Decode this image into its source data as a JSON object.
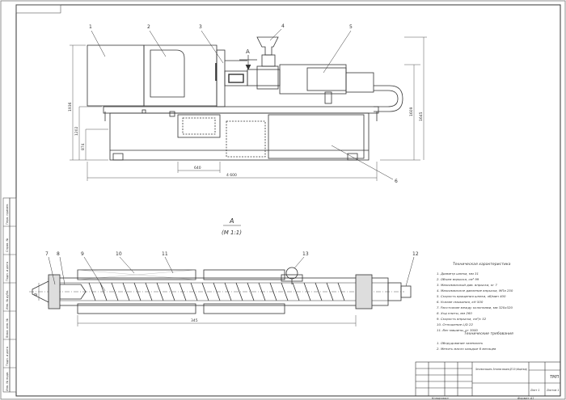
{
  "callouts_top": [
    "1",
    "2",
    "3",
    "4",
    "5",
    "6"
  ],
  "view_marker": "A",
  "dims_top": {
    "vert_a": "1936",
    "vert_b": "1202",
    "vert_c": "874",
    "vert_right1": "1609",
    "vert_right2": "1645",
    "horiz_small": "640",
    "horiz_total": "4 600"
  },
  "section_label": {
    "letter": "A",
    "scale": "(M 1:1)"
  },
  "callouts_bottom": [
    "7",
    "8",
    "9",
    "10",
    "11",
    "13",
    "12"
  ],
  "dims_bottom": {
    "diameter": "Ø",
    "length": "345"
  },
  "spec_title": "Техническая характеристика",
  "specs": [
    "1. Диаметр шнека, мм 31",
    "2. Объем впрыска, см³  99",
    "3. Максимальный дав. впрыска, кг 7",
    "4. Максимальное давление впрыска, МПа 250",
    "5. Скорость вращения шнека, об/мин 400",
    "6. Усилие смыкания, кН 500",
    "7. Расстояние между колоннами, мм 320х320",
    "8. Ход плиты, мм 260",
    "9. Скорость впрыска, см³/с 52",
    "10. Отношение L/D 22",
    "11. Вес машины, кг 3000"
  ],
  "req_title": "Технические требования",
  "requirements": [
    "1. Оборудование заземлить",
    "2. Менять масло каждые 6 месяцев"
  ],
  "title_block": {
    "name": "Литьевая машина. Литьевая машина ДП-50 (общий вид)",
    "code": "ТМП",
    "sheet": "Лист 1",
    "sheets": "Листов 1",
    "copied": "Копировал",
    "format": "Формат А1"
  },
  "side_stamp": [
    "Перв. примен.",
    "Справ. №",
    "Подп. и дата",
    "Инв. № дубл.",
    "Взам. инв. №",
    "Подп. и дата",
    "Инв. № подл."
  ]
}
